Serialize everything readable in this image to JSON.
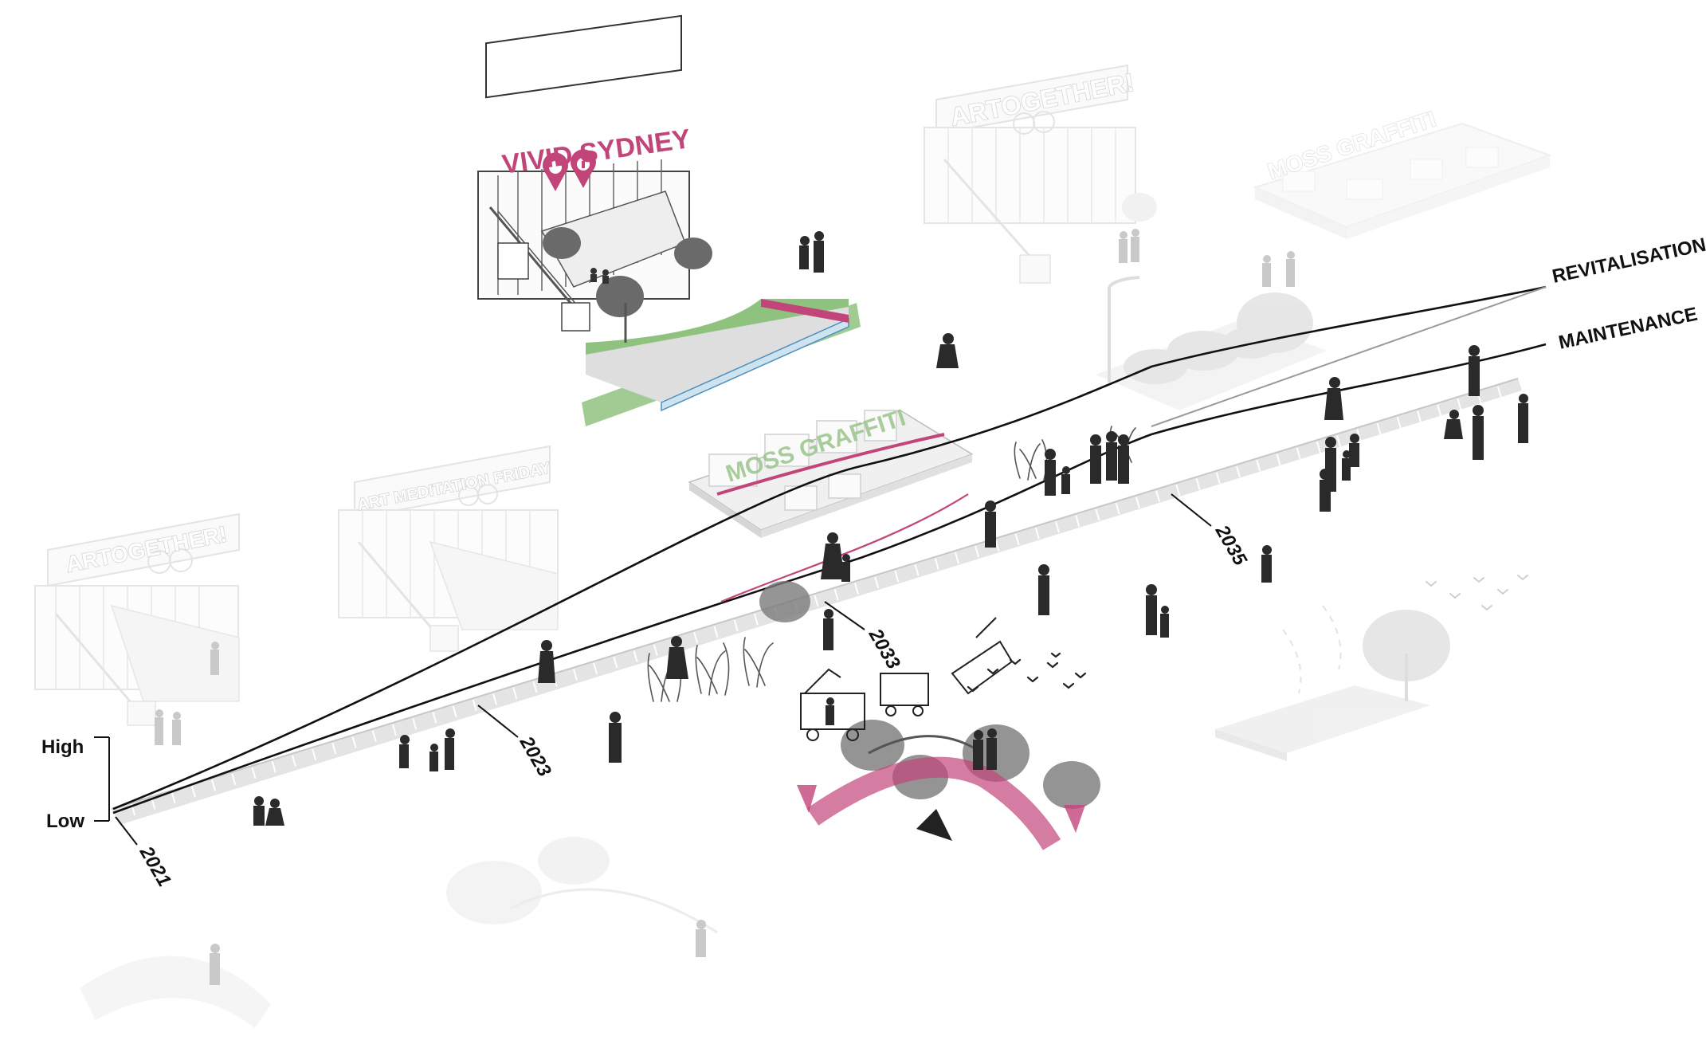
{
  "axis": {
    "high_label": "High",
    "low_label": "Low"
  },
  "series": {
    "revitalisation_label": "REVITALISATION",
    "maintenance_label": "MAINTENANCE"
  },
  "timeline": {
    "years": [
      "2021",
      "2023",
      "2033",
      "2035"
    ]
  },
  "billboards": {
    "vivid": "VIVID SYDNEY",
    "artogether_top": "ARTOGETHER!",
    "artogether_left": "ARTOGETHER!",
    "art_meditation": "ART MEDITATION FRIDAY",
    "moss_graffiti": "MOSS GRAFFITI",
    "moss_graffiti_faded": "MOSS GRAFFITI"
  },
  "colors": {
    "accent_pink": "#c2457a",
    "grass_green": "#8fc27f",
    "line_black": "#111111",
    "line_grey": "#9a9a9a",
    "ghost_grey": "#d9d9d9",
    "figure_dark": "#2a2a2a"
  }
}
